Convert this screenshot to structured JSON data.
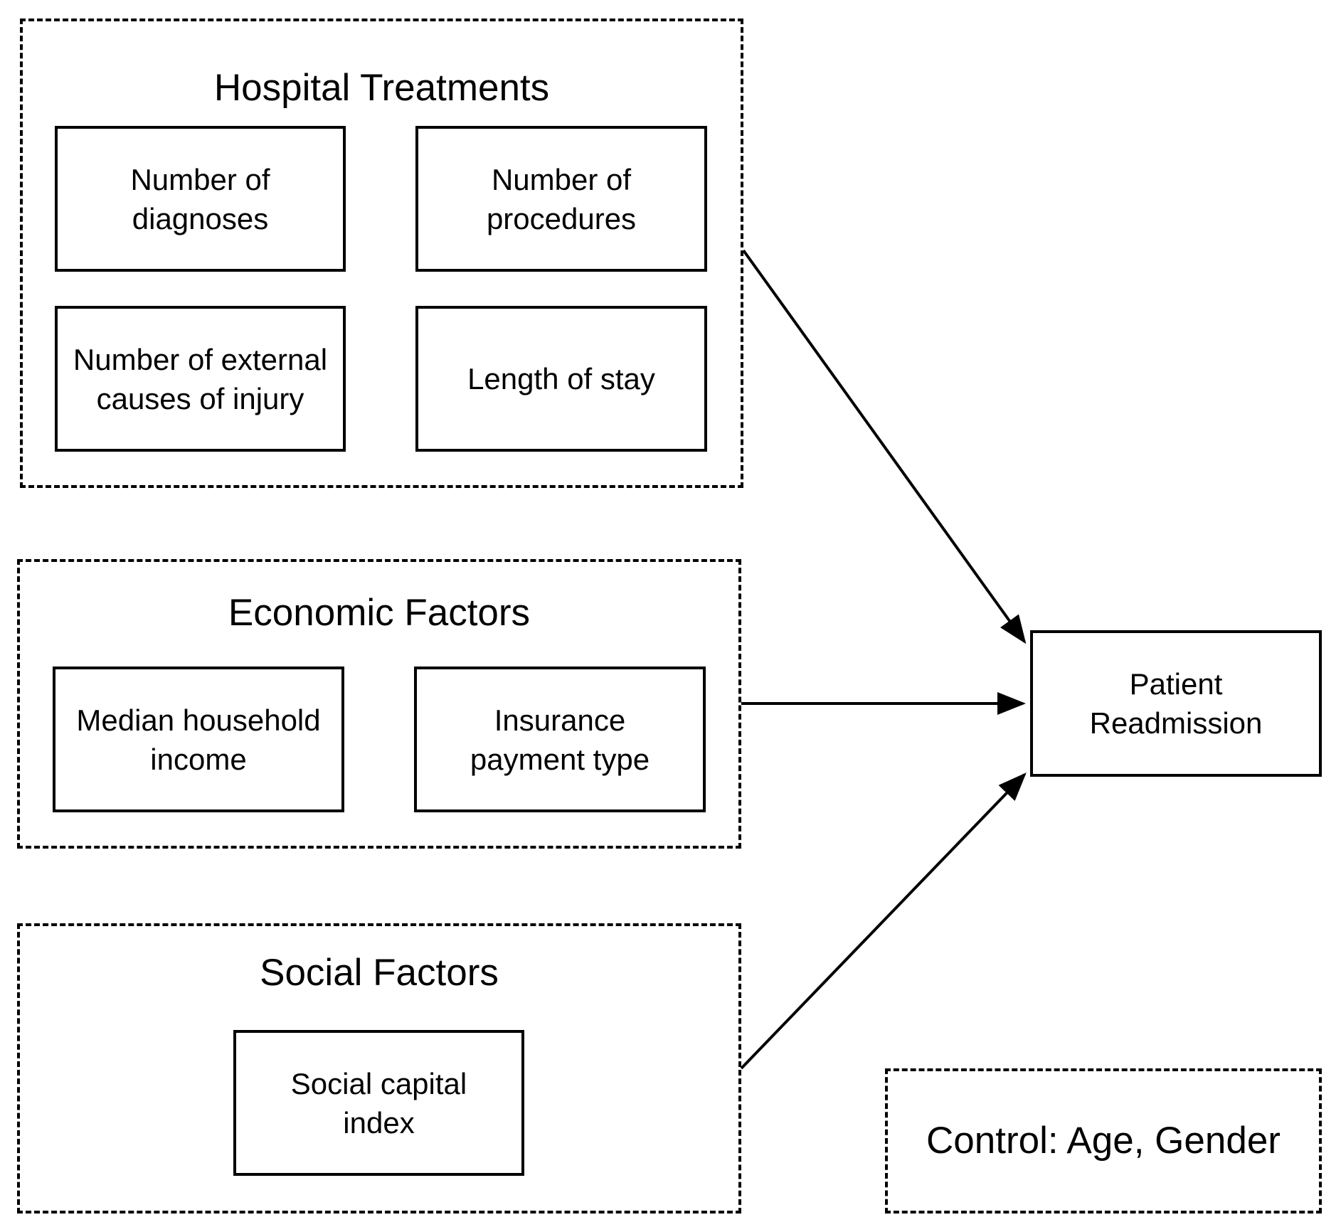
{
  "groups": {
    "hospital": {
      "title": "Hospital Treatments",
      "nodes": [
        "Number of diagnoses",
        "Number of procedures",
        "Number of external  causes of injury",
        "Length of stay"
      ]
    },
    "economic": {
      "title": "Economic Factors",
      "nodes": [
        "Median household income",
        "Insurance payment type"
      ]
    },
    "social": {
      "title": "Social Factors",
      "nodes": [
        "Social capital index"
      ]
    }
  },
  "outcome": {
    "label": "Patient Readmission"
  },
  "control": {
    "label": "Control: Age, Gender"
  },
  "edges": [
    {
      "from": "Hospital Treatments",
      "to": "Patient Readmission"
    },
    {
      "from": "Economic Factors",
      "to": "Patient Readmission"
    },
    {
      "from": "Social Factors",
      "to": "Patient Readmission"
    }
  ]
}
